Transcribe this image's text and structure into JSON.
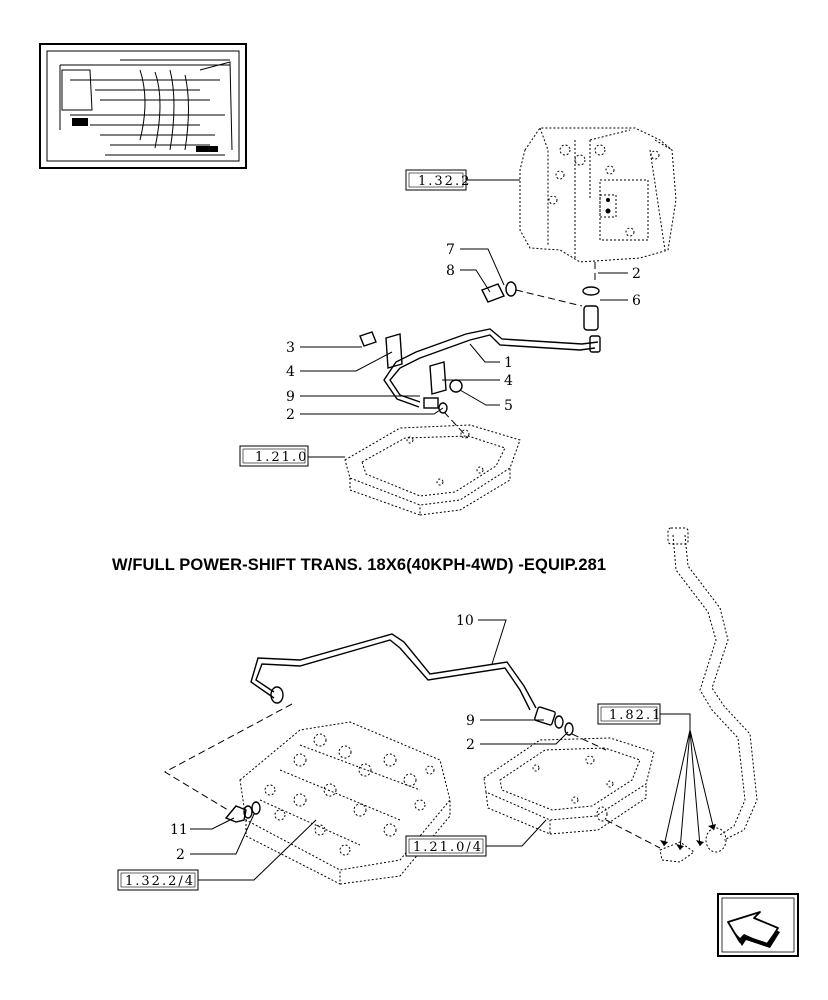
{
  "section_title": "W/FULL POWER-SHIFT TRANS. 18X6(40KPH-4WD) -EQUIP.281",
  "callouts_top": [
    "7",
    "8",
    "2",
    "6",
    "3",
    "4",
    "1",
    "4",
    "9",
    "5",
    "2"
  ],
  "callouts_bottom": [
    "10",
    "9",
    "2",
    "11",
    "2"
  ],
  "references": {
    "ref_1_32_2": "1.32.2",
    "ref_1_21_0": "1.21.0",
    "ref_1_82_1": "1.82.1",
    "ref_1_21_0_4": "1.21.0/4",
    "ref_1_32_2_4": "1.32.2/4"
  },
  "icons": [
    "thumbnail-locator",
    "next-page-arrow-icon"
  ]
}
